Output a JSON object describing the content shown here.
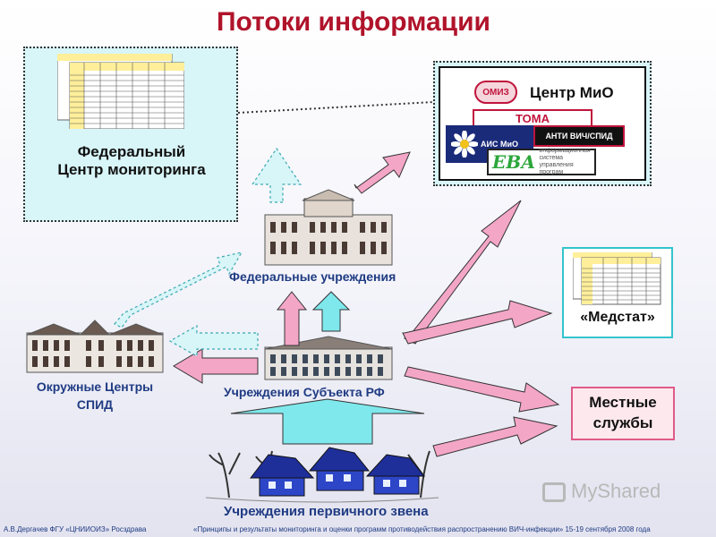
{
  "title": "Потоки информации",
  "nodes": {
    "federal_center": "Федеральный Центр мониторинга",
    "mio_center": "Центр МиО",
    "federal_institutions": "Федеральные учреждения",
    "subject_institutions": "Учреждения Субъекта РФ",
    "district_centers": "Окружные Центры СПИД",
    "medstat": "«Медстат»",
    "local_services": "Местные службы",
    "primary_institutions": "Учреждения первичного звена"
  },
  "logos": {
    "toma": "ТОМА",
    "ais_mio": "АИС МиО",
    "anti_vich": "АНТИ ВИЧ/СПИД",
    "eva": "ЕВА",
    "eva_caption": "информационная система управления програм",
    "omiz": "ОМИЗ"
  },
  "footer": {
    "author": "А.В.Дергачев ФГУ «ЦНИИОИЗ» Росздрава",
    "conference": "«Принципы и результаты мониторинга и оценки программ противодействия распространению ВИЧ-инфекции» 15-19 сентября 2008 года"
  },
  "watermark": "MyShared",
  "colors": {
    "title": "#b0132a",
    "pink_arrow": "#f4a6c6",
    "cyan_arrow": "#7fe8ec",
    "label_blue": "#1f3b82"
  }
}
